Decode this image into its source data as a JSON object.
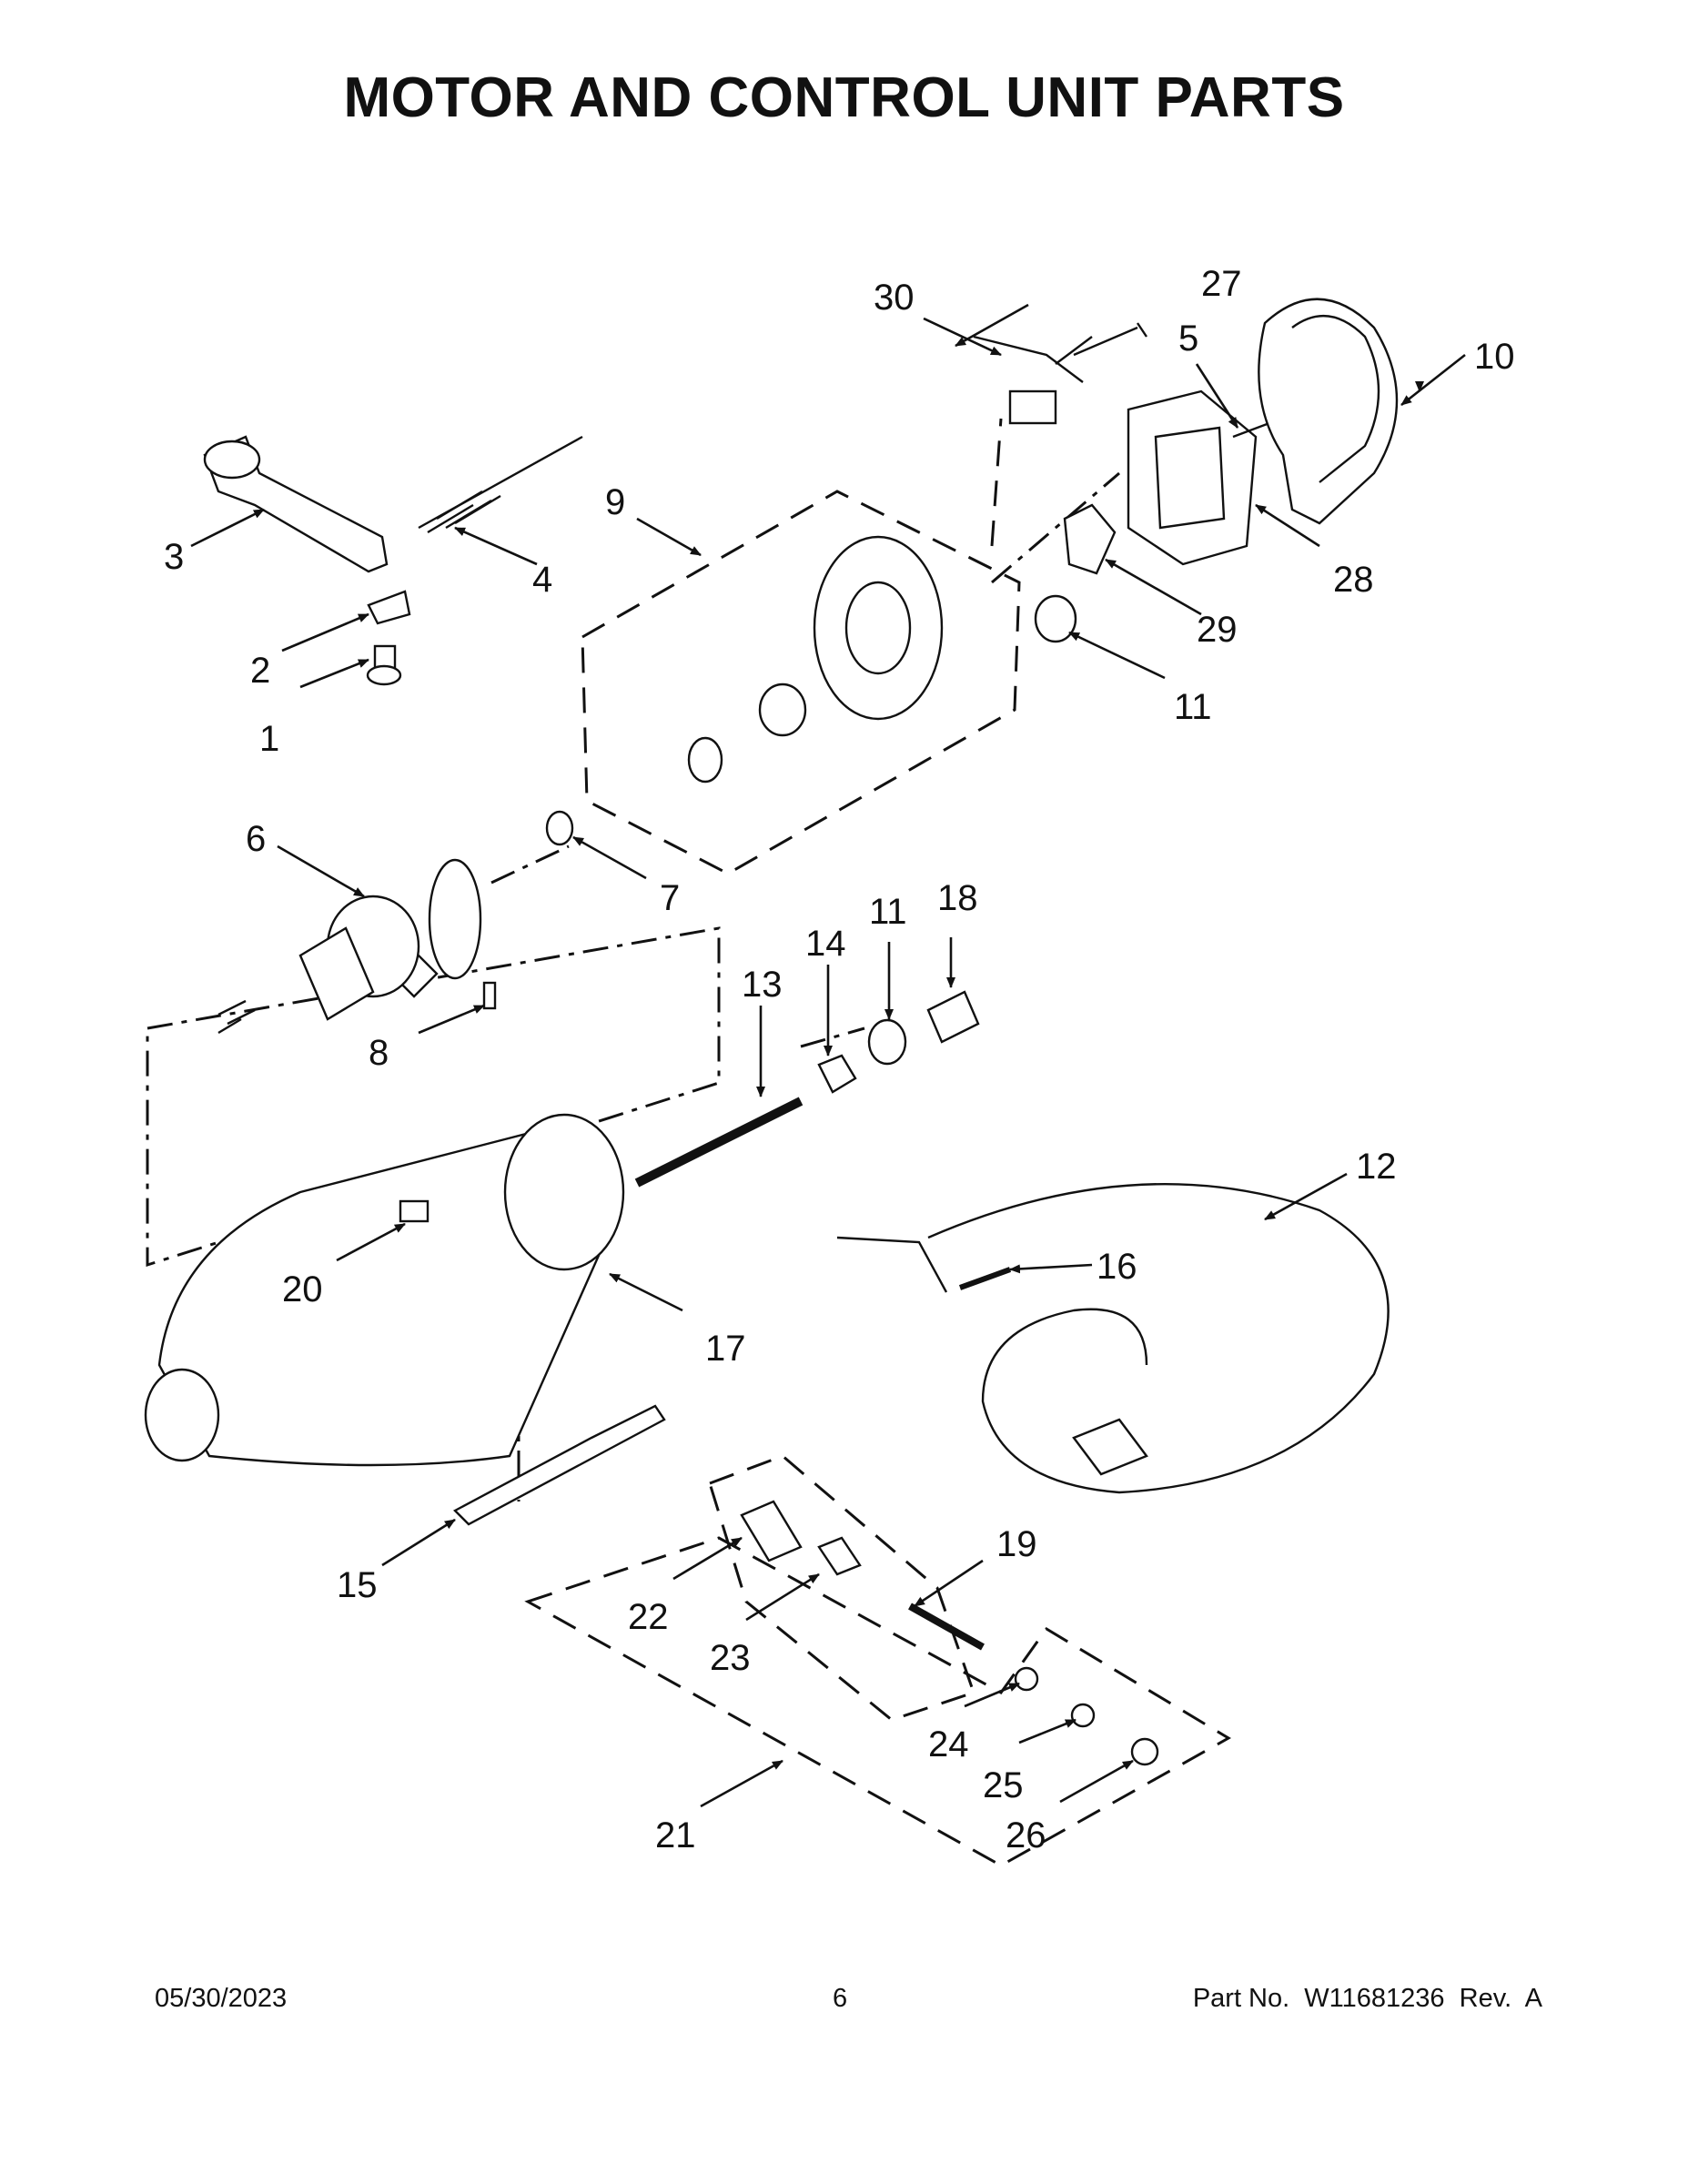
{
  "title": "MOTOR AND CONTROL UNIT PARTS",
  "footer": {
    "date": "05/30/2023",
    "page": "6",
    "part_number": "Part No.  W11681236  Rev.  A"
  },
  "callouts": {
    "c1": "1",
    "c2": "2",
    "c3": "3",
    "c4": "4",
    "c5": "5",
    "c6": "6",
    "c7": "7",
    "c8": "8",
    "c9": "9",
    "c10": "10",
    "c11a": "11",
    "c11b": "11",
    "c12": "12",
    "c13": "13",
    "c14": "14",
    "c15": "15",
    "c16": "16",
    "c17": "17",
    "c18": "18",
    "c19": "19",
    "c20": "20",
    "c21": "21",
    "c22": "22",
    "c23": "23",
    "c24": "24",
    "c25": "25",
    "c26": "26",
    "c27": "27",
    "c28": "28",
    "c29": "29",
    "c30": "30"
  }
}
